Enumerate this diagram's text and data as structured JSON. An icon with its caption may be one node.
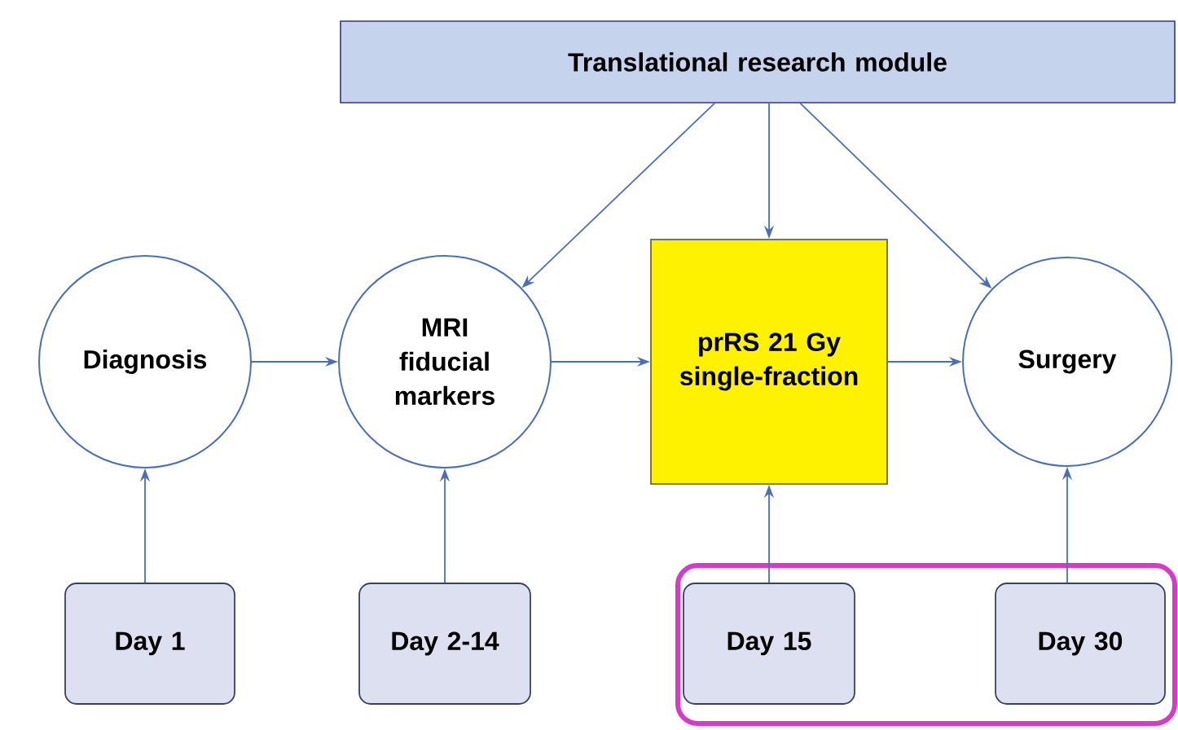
{
  "diagram": {
    "nodes": [
      {
        "text": [
          "Translational research module"
        ]
      },
      {
        "text": [
          "Diagnosis"
        ]
      },
      {
        "text": [
          "MRI fiducial markers"
        ]
      },
      {
        "text": [
          "prRS 21 Gy single-fraction"
        ]
      },
      {
        "text": [
          "Surgery"
        ]
      },
      {
        "text": [
          "Day 1"
        ]
      },
      {
        "text": [
          "Day 2-14"
        ]
      },
      {
        "text": [
          "Day 15"
        ]
      },
      {
        "text": [
          "Day 30"
        ]
      }
    ],
    "edges": [
      {
        "from": 0,
        "to": 2,
        "arrow": "to"
      },
      {
        "from": 0,
        "to": 3,
        "arrow": "to"
      },
      {
        "from": 0,
        "to": 4,
        "arrow": "to"
      },
      {
        "from": 1,
        "to": 2,
        "arrow": "to"
      },
      {
        "from": 2,
        "to": 3,
        "arrow": "to"
      },
      {
        "from": 3,
        "to": 4,
        "arrow": "to"
      },
      {
        "from": 5,
        "to": 1,
        "arrow": "to"
      },
      {
        "from": 6,
        "to": 2,
        "arrow": "to"
      },
      {
        "from": 7,
        "to": 3,
        "arrow": "to"
      },
      {
        "from": 8,
        "to": 4,
        "arrow": "to"
      }
    ]
  }
}
